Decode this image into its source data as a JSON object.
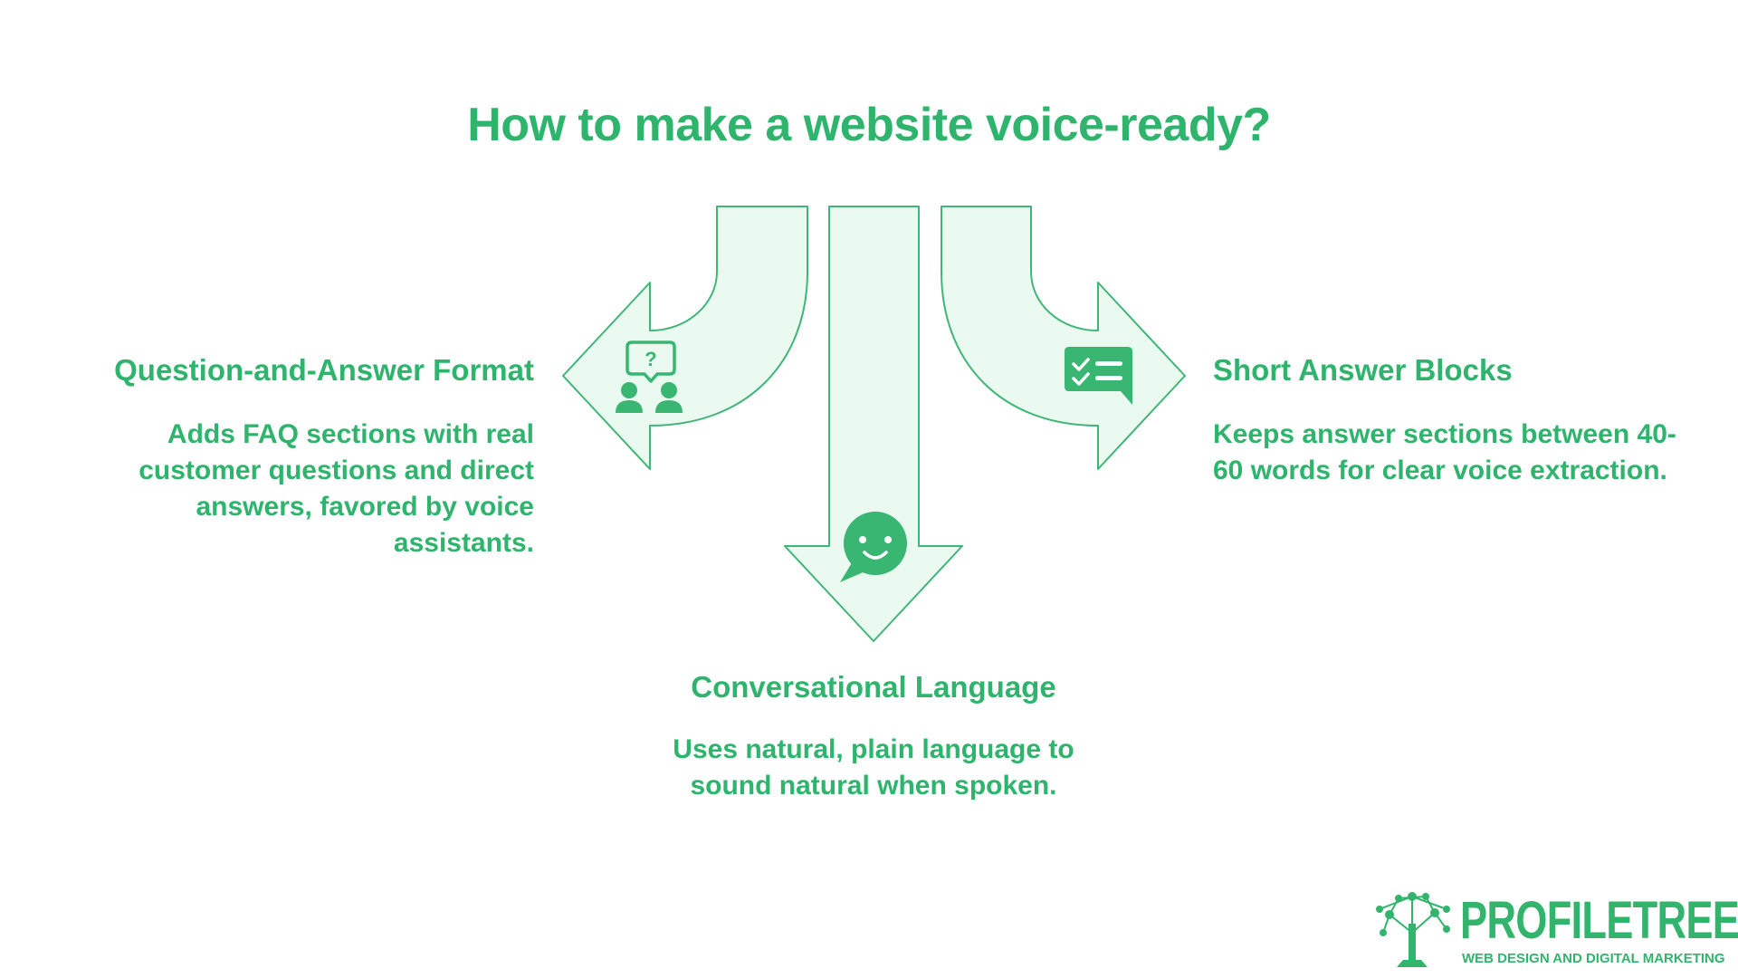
{
  "title": "How to make a website voice-ready?",
  "colors": {
    "accent": "#2fb46d",
    "arrow_fill": "#ebfaf1",
    "arrow_stroke": "#3fb677",
    "icon": "#38b672"
  },
  "steps": [
    {
      "heading": "Question-and-Answer Format",
      "description": "Adds FAQ sections with real customer questions and direct answers, favored by voice assistants.",
      "icon": "qa-people-icon",
      "direction": "left"
    },
    {
      "heading": "Conversational Language",
      "description": "Uses natural, plain language to sound natural when spoken.",
      "icon": "smiling-chat-bubble-icon",
      "direction": "down"
    },
    {
      "heading": "Short Answer Blocks",
      "description": "Keeps answer sections between 40-60 words for clear voice extraction.",
      "icon": "checklist-chat-icon",
      "direction": "right"
    }
  ],
  "logo": {
    "name": "PROFILETREE",
    "tagline": "WEB DESIGN AND DIGITAL MARKETING",
    "icon": "tree-network-icon"
  }
}
